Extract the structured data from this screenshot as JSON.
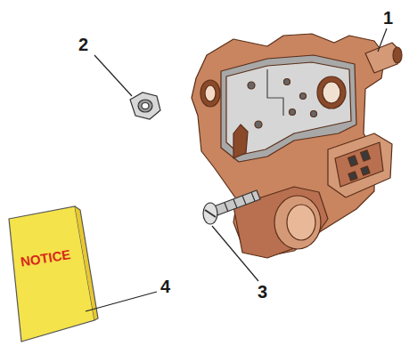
{
  "diagram": {
    "labels": [
      "1",
      "2",
      "NOTICE",
      "4",
      "3"
    ]
  }
}
